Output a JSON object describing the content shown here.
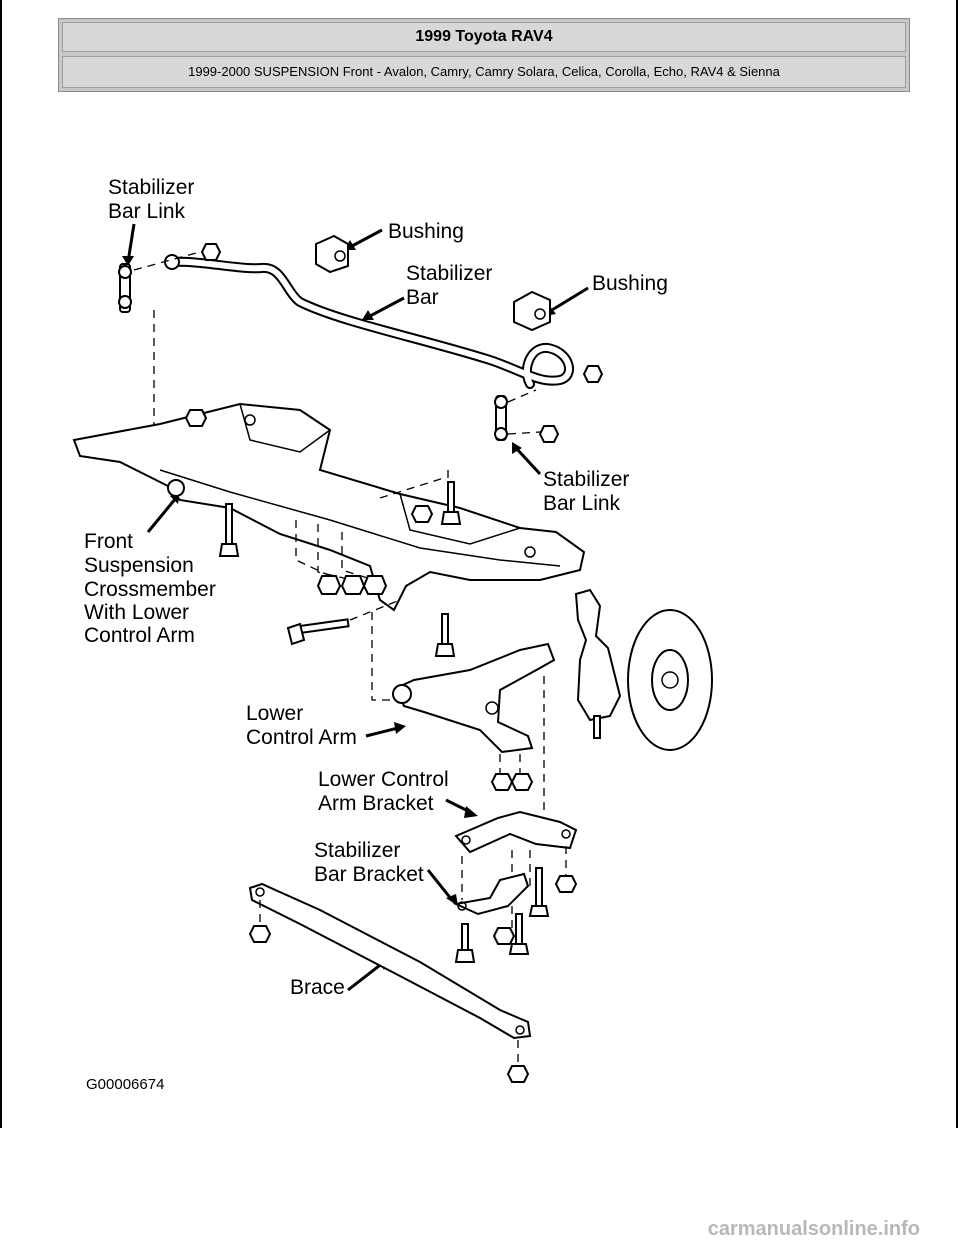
{
  "header": {
    "title": "1999 Toyota RAV4",
    "subtitle": "1999-2000 SUSPENSION Front - Avalon, Camry, Camry Solara, Celica, Corolla, Echo, RAV4 & Sienna"
  },
  "labels": {
    "stabilizer_bar_link_top_1": "Stabilizer",
    "stabilizer_bar_link_top_2": "Bar Link",
    "bushing_1": "Bushing",
    "stabilizer_bar_1": "Stabilizer",
    "stabilizer_bar_2": "Bar",
    "bushing_2": "Bushing",
    "stabilizer_bar_link_right_1": "Stabilizer",
    "stabilizer_bar_link_right_2": "Bar Link",
    "crossmember_1": "Front",
    "crossmember_2": "Suspension",
    "crossmember_3": "Crossmember",
    "crossmember_4": "With Lower",
    "crossmember_5": "Control Arm",
    "lower_control_arm_1": "Lower",
    "lower_control_arm_2": "Control Arm",
    "lca_bracket_1": "Lower Control",
    "lca_bracket_2": "Arm Bracket",
    "stab_bracket_1": "Stabilizer",
    "stab_bracket_2": "Bar Bracket",
    "brace": "Brace"
  },
  "figure_id": "G00006674",
  "watermark": "carmanualsonline.info"
}
